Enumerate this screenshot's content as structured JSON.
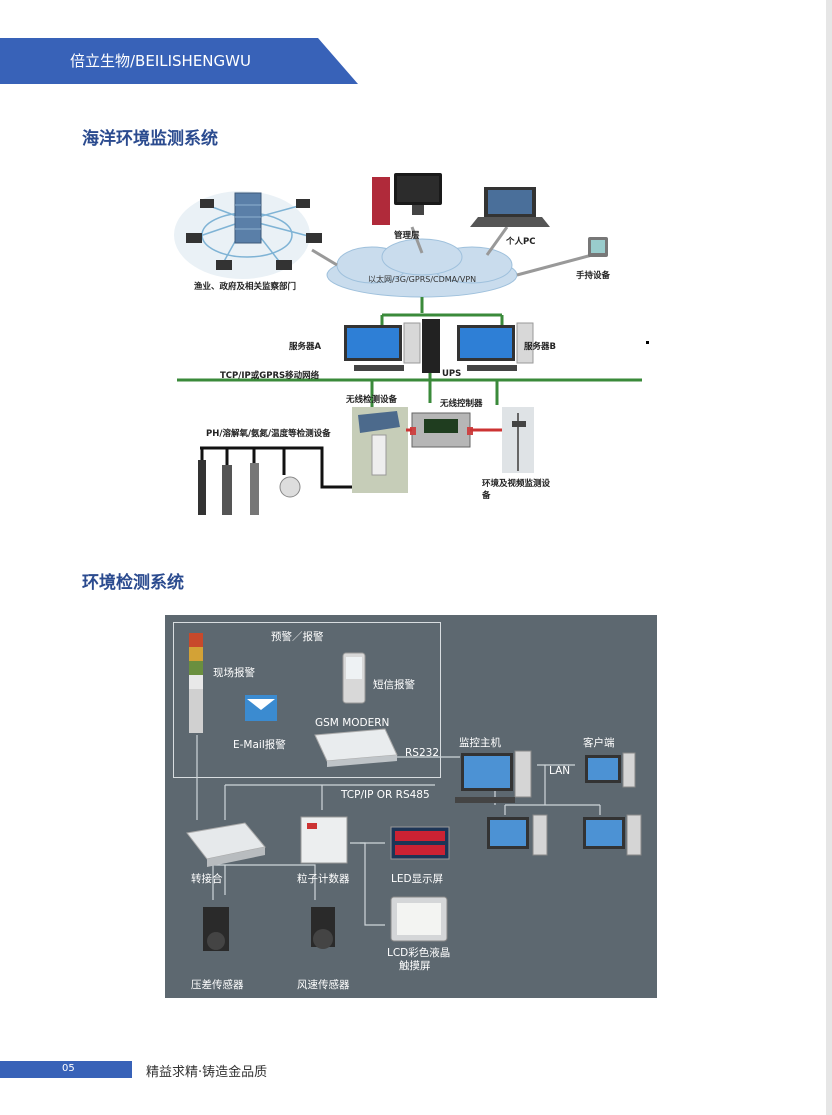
{
  "header": {
    "text": "倍立生物/BEILISHENGWU"
  },
  "section1": {
    "title": "海洋环境监测系统",
    "labels": {
      "depts": "渔业、政府及相关监察部门",
      "mgmt": "管理层",
      "pc": "个人PC",
      "handheld": "手持设备",
      "cloud": "以太网/3G/GPRS/CDMA/VPN",
      "server_a": "服务器A",
      "server_b": "服务器B",
      "network": "TCP/IP或GPRS移动网络",
      "ups": "UPS",
      "wireless_detect": "无线检测设备",
      "wireless_ctrl": "无线控制器",
      "ph": "PH/溶解氧/氨氮/温度等检测设备",
      "env_video": "环境及视频监测设",
      "env_video2": "备"
    }
  },
  "section2": {
    "title": "环境检测系统",
    "labels": {
      "alarm": "预警／报警",
      "site_alarm": "现场报警",
      "sms_alarm": "短信报警",
      "email_alarm": "E-Mail报警",
      "gsm": "GSM  MODERN",
      "rs232": "RS232",
      "host": "监控主机",
      "client": "客户端",
      "lan": "LAN",
      "tcpip": "TCP/IP OR RS485",
      "junction": "转接合",
      "particle": "粒子计数器",
      "led": "LED显示屏",
      "lcd1": "LCD彩色液晶",
      "lcd2": "触摸屏",
      "pressure": "压差传感器",
      "wind": "风速传感器"
    }
  },
  "footer": {
    "page": "05",
    "slogan": "精益求精·铸造金品质"
  },
  "colors": {
    "brand_blue": "#3862b8",
    "title_blue": "#2b4b8f",
    "diagram_bg": "#5d6870",
    "network_green": "#3a8a3a"
  }
}
